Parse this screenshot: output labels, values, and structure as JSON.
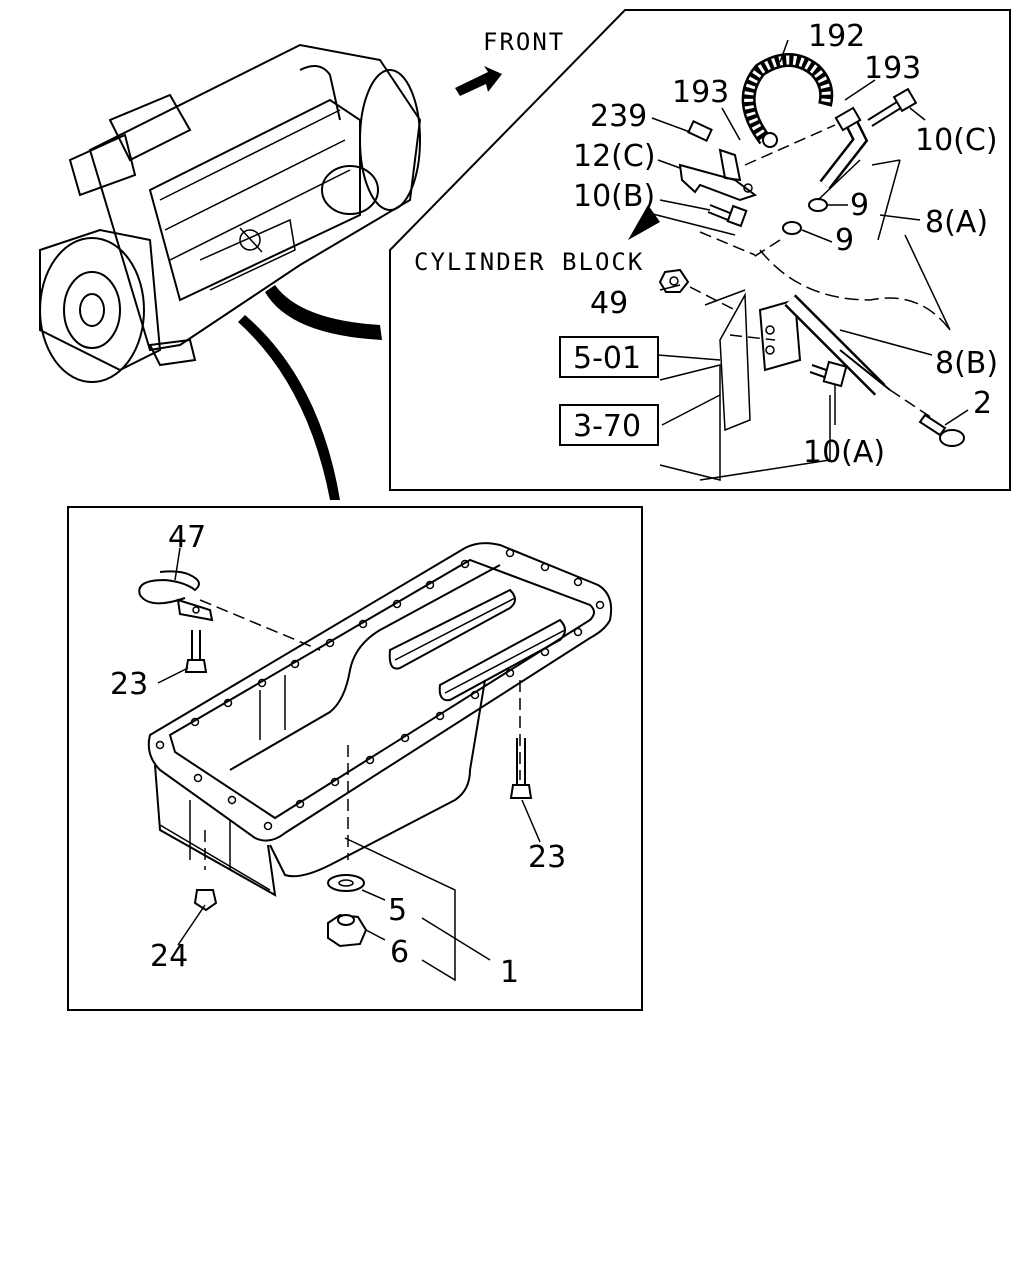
{
  "diagram": {
    "front_label": "FRONT",
    "cylinder_block_label": "CYLINDER BLOCK",
    "ref_boxes": [
      "5-01",
      "3-70"
    ],
    "callouts": {
      "c192": "192",
      "c193a": "193",
      "c193b": "193",
      "c239": "239",
      "c10c": "10(C)",
      "c12c": "12(C)",
      "c10b": "10(B)",
      "c9a": "9",
      "c9b": "9",
      "c8a": "8(A)",
      "c49": "49",
      "c8b": "8(B)",
      "c2": "2",
      "c10a": "10(A)",
      "c47": "47",
      "c23a": "23",
      "c23b": "23",
      "c5": "5",
      "c6": "6",
      "c1": "1",
      "c24": "24"
    }
  }
}
